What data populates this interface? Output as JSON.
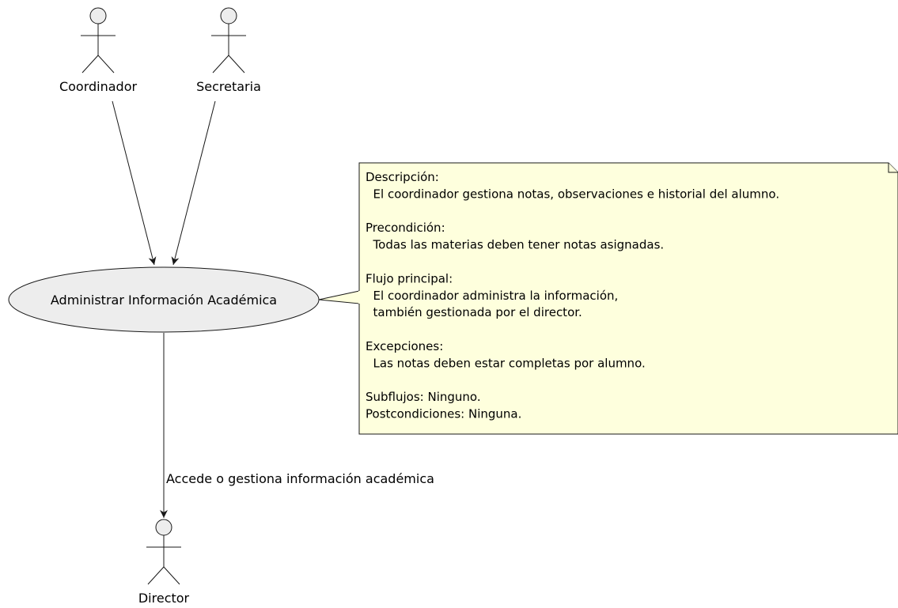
{
  "actors": {
    "coordinador": "Coordinador",
    "secretaria": "Secretaria",
    "director": "Director"
  },
  "use_case": {
    "label": "Administrar Información Académica"
  },
  "relation": {
    "label": "Accede o gestiona información académica"
  },
  "note": {
    "lines": [
      "Descripción:",
      "  El coordinador gestiona notas, observaciones e historial del alumno.",
      "",
      "Precondición:",
      "  Todas las materias deben tener notas asignadas.",
      "",
      "Flujo principal:",
      "  El coordinador administra la información,",
      "  también gestionada por el director.",
      "",
      "Excepciones:",
      "  Las notas deben estar completas por alumno.",
      "",
      "Subflujos: Ninguno.",
      "Postcondiciones: Ninguna."
    ]
  },
  "colors": {
    "actor_fill": "#EDEDED",
    "use_case_fill": "#EDEDED",
    "note_fill": "#FEFFDD",
    "stroke": "#181818"
  }
}
